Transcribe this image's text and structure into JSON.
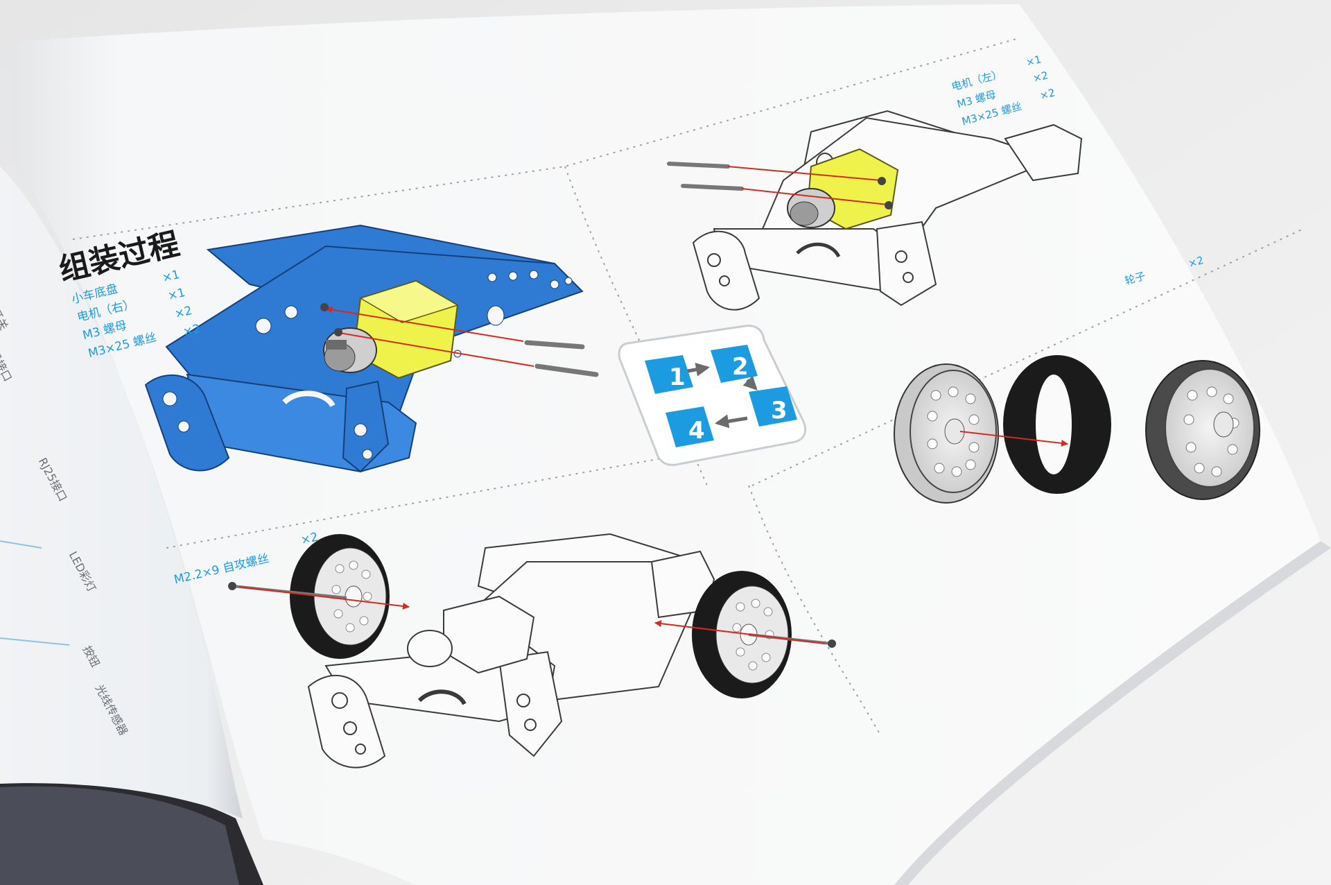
{
  "title": "组装过程",
  "step1": {
    "parts": [
      {
        "name": "小车底盘",
        "qty": "×1"
      },
      {
        "name": "电机（右）",
        "qty": "×1"
      },
      {
        "name": "M3 螺母",
        "qty": "×2"
      },
      {
        "name": "M3×25 螺丝",
        "qty": "×2"
      }
    ]
  },
  "step2": {
    "parts": [
      {
        "name": "电机（左）",
        "qty": "×1"
      },
      {
        "name": "M3 螺母",
        "qty": "×2"
      },
      {
        "name": "M3×25 螺丝",
        "qty": "×2"
      }
    ]
  },
  "step3": {
    "part": {
      "name": "轮子",
      "qty": "×2"
    }
  },
  "step4": {
    "part": {
      "name": "M2.2×9 自攻螺丝",
      "qty": "×2"
    }
  },
  "order_badges": [
    "1",
    "2",
    "3",
    "4"
  ],
  "left_page_labels": [
    "开关",
    "机接口",
    "RJ25接口",
    "LED彩灯",
    "按钮",
    "光线传感器"
  ],
  "colors": {
    "accent_blue": "#1d9be0",
    "chassis_blue": "#2f7ad3",
    "motor_yellow": "#eef24a",
    "arrow_red": "#d9281f",
    "tire_black": "#1b1b1b"
  }
}
